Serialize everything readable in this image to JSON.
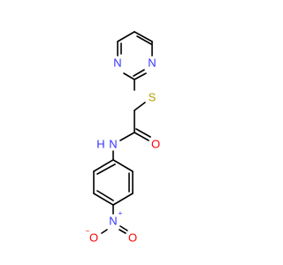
{
  "colors": {
    "bond": "#000000",
    "nitrogen": "#3333ff",
    "oxygen": "#ff0000",
    "sulfur": "#b2a200",
    "background": "#ffffff"
  },
  "atoms": {
    "pyrimidine_n1": "N",
    "pyrimidine_n2": "N",
    "sulfur": "S",
    "carbonyl_o": "O",
    "amide_n": "N",
    "amide_h": "H",
    "nitro_n": "N",
    "nitro_n_charge": "+",
    "nitro_o_left": "O",
    "nitro_o_left_charge": "−",
    "nitro_o_right": "O"
  }
}
